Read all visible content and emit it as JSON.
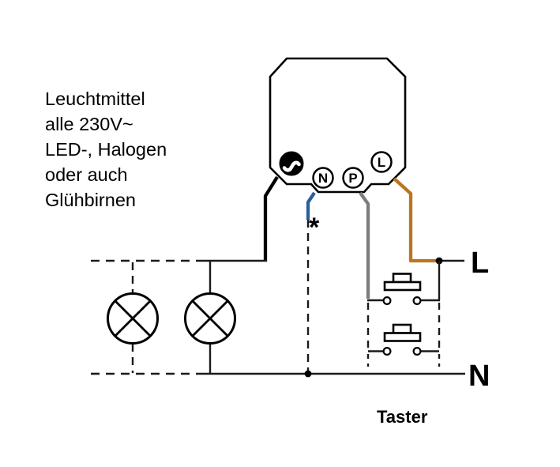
{
  "annotation": {
    "lines": [
      "Leuchtmittel",
      "alle 230V~",
      "LED-, Halogen",
      "oder auch",
      "Glühbirnen"
    ]
  },
  "module": {
    "terminals": {
      "n": "N",
      "p": "P",
      "l": "L",
      "dimmer_icon": "dimmer-output-icon"
    }
  },
  "labels": {
    "live": "L",
    "neutral": "N",
    "taster": "Taster",
    "asterisk": "*"
  },
  "colors": {
    "neutral_wire": "#2a5f9e",
    "switched_wire": "#7d7d7d",
    "live_wire": "#b9761f",
    "black_wire": "#000000"
  }
}
